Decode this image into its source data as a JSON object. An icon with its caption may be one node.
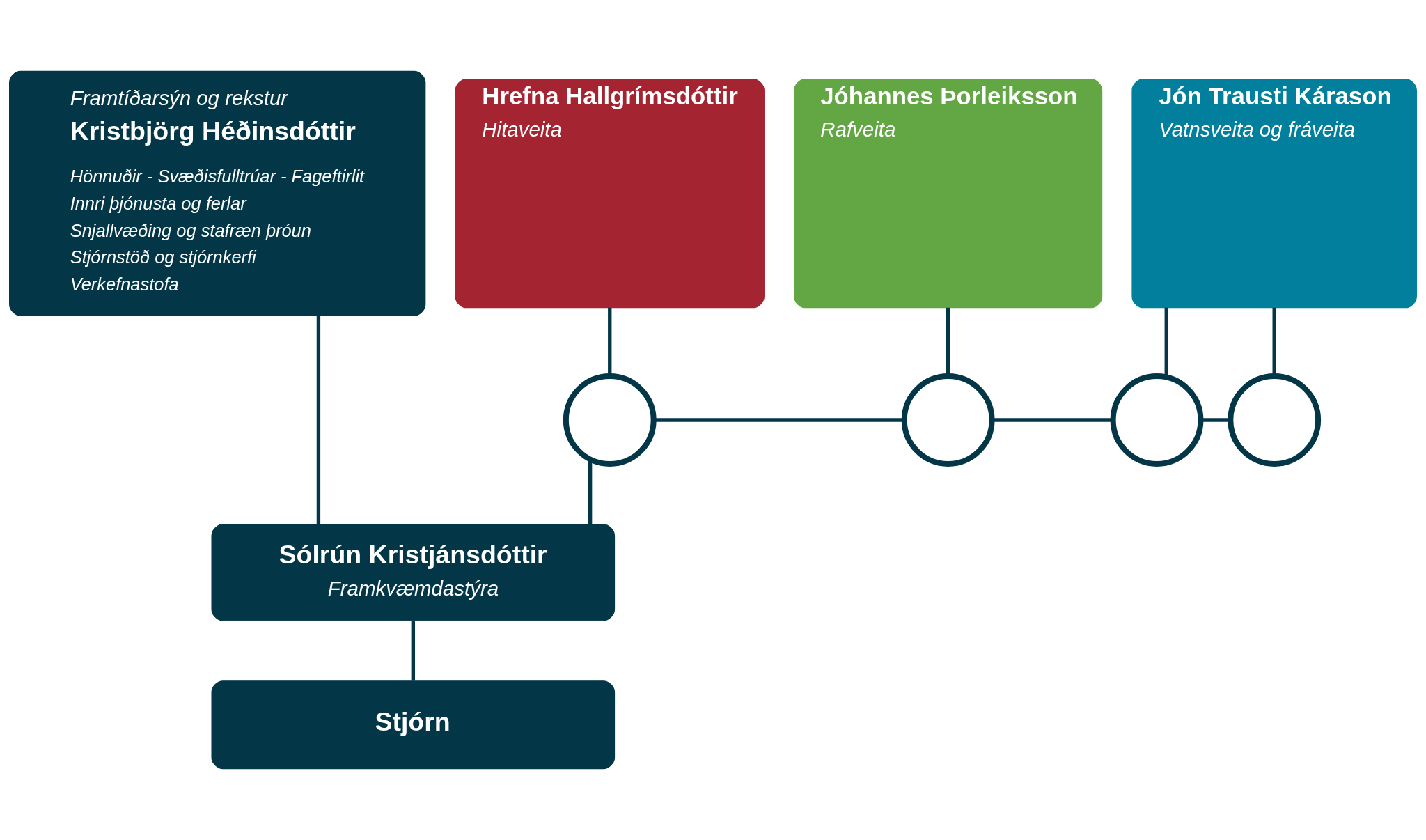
{
  "diagram": {
    "nodes": [
      {
        "text": [
          "Framtíðarsýn og rekstur",
          "Kristbjörg Héðinsdóttir",
          "Hönnuðir - Svæðisfulltrúar - Fageftirlit",
          "Innri þjónusta og ferlar",
          "Snjallvæðing og stafræn þróun",
          "Stjórnstöð og stjórnkerfi",
          "Verkefnastofa"
        ]
      },
      {
        "text": [
          "Hrefna Hallgrímsdóttir",
          "Hitaveita"
        ]
      },
      {
        "text": [
          "Jóhannes Þorleiksson",
          "Rafveita"
        ]
      },
      {
        "text": [
          "Jón Trausti Kárason",
          "Vatnsveita og fráveita"
        ]
      },
      {
        "text": [],
        "shape": "circle"
      },
      {
        "text": [],
        "shape": "circle"
      },
      {
        "text": [],
        "shape": "circle"
      },
      {
        "text": [],
        "shape": "circle"
      },
      {
        "text": [
          "Sólrún Kristjánsdóttir",
          "Framkvæmdastýra"
        ]
      },
      {
        "text": [
          "Stjórn"
        ]
      }
    ],
    "edges": [
      {
        "from": 1,
        "to": 4,
        "arrow": "none"
      },
      {
        "from": 2,
        "to": 5,
        "arrow": "none"
      },
      {
        "from": 3,
        "to": 6,
        "arrow": "none"
      },
      {
        "from": 3,
        "to": 7,
        "arrow": "none"
      },
      {
        "from": 4,
        "to": 5,
        "arrow": "none"
      },
      {
        "from": 5,
        "to": 6,
        "arrow": "none"
      },
      {
        "from": 6,
        "to": 7,
        "arrow": "none"
      },
      {
        "from": 0,
        "to": 8,
        "arrow": "none"
      },
      {
        "from": 4,
        "to": 8,
        "arrow": "none"
      },
      {
        "from": 8,
        "to": 9,
        "arrow": "none"
      }
    ]
  }
}
